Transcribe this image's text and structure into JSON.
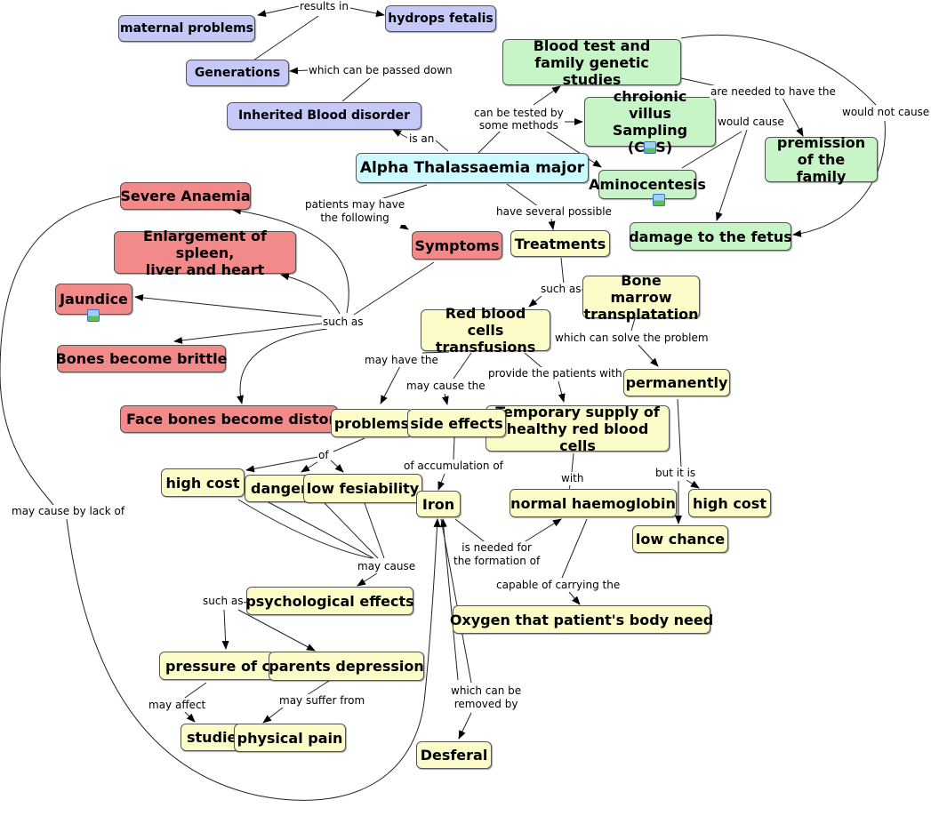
{
  "nodes": {
    "maternal": "maternal problems",
    "hydrops": "hydrops fetalis",
    "generations": "Generations",
    "inherited": "Inherited Blood disorder",
    "blood_test_1": "Blood test and",
    "blood_test_2": "family genetic studies",
    "cvs_1": "chroionic villus",
    "cvs_2": "Sampling (CVS)",
    "permission_1": "premission",
    "permission_2": "of the family",
    "alpha": "Alpha Thalassaemia major",
    "amino": "Aminocentesis",
    "damage": "damage to the fetus",
    "severe": "Severe Anaemia",
    "enlarge_1": "Enlargement of spleen,",
    "enlarge_2": "liver and heart",
    "jaundice": "Jaundice",
    "brittle": "Bones become brittle",
    "face": "Face bones become distorted",
    "symptoms": "Symptoms",
    "treatments": "Treatments",
    "marrow_1": "Bone marrow",
    "marrow_2": "transplatation",
    "rbc_1": "Red blood cells",
    "rbc_2": "transfusions",
    "permanently": "permanently",
    "problems": "problems",
    "side_effects": "side effects",
    "temp_1": "Temporary supply of",
    "temp_2": "healthy red blood cells",
    "high_cost_1": "high cost",
    "danger": "danger",
    "low_fes": "low fesiability",
    "iron": "Iron",
    "normal_hb": "normal haemoglobin",
    "high_cost_2": "high cost",
    "low_chance": "low chance",
    "psych": "psychological effects",
    "oxygen": "Oxygen that patient's body need",
    "pressure": "pressure of ch",
    "depression": "parents depression",
    "studies": "studie",
    "pain": "physical pain",
    "desferal": "Desferal"
  },
  "links": {
    "results_in": "results in",
    "passed_down": "which can be passed down",
    "is_an": "is an",
    "tested_1": "can be tested by",
    "tested_2": "some methods",
    "needed_permission": "are needed to have the",
    "would_cause": "would cause",
    "would_not_cause": "would not cause",
    "patients_1": "patients may have",
    "patients_2": "the following",
    "several": "have several possible",
    "such_as_symptoms": "such as",
    "such_as_treat": "such as",
    "solve": "which can solve the problem",
    "may_have": "may have the",
    "may_cause_the": "may cause the",
    "provide": "provide the patients with",
    "of": "of",
    "accumulation": "of accumulation of",
    "with": "with",
    "but_it_is": "but it is",
    "may_cause": "may cause",
    "needed_1": "is needed for",
    "needed_2": "the formation of",
    "capable": "capable of carrying the",
    "such_as_psych": "such as",
    "may_affect": "may affect",
    "suffer": "may suffer from",
    "removed_1": "which can be",
    "removed_2": "removed by",
    "lack_of": "may cause by lack of"
  },
  "image_badges": [
    "cvs-image-icon",
    "aminocentesis-image-icon",
    "jaundice-image-icon"
  ],
  "colors": {
    "purple": "#c6c9f7",
    "green": "#c8f5c8",
    "red": "#f38a8a",
    "yellow": "#fcfcc9",
    "cyan": "#cdfaff"
  }
}
